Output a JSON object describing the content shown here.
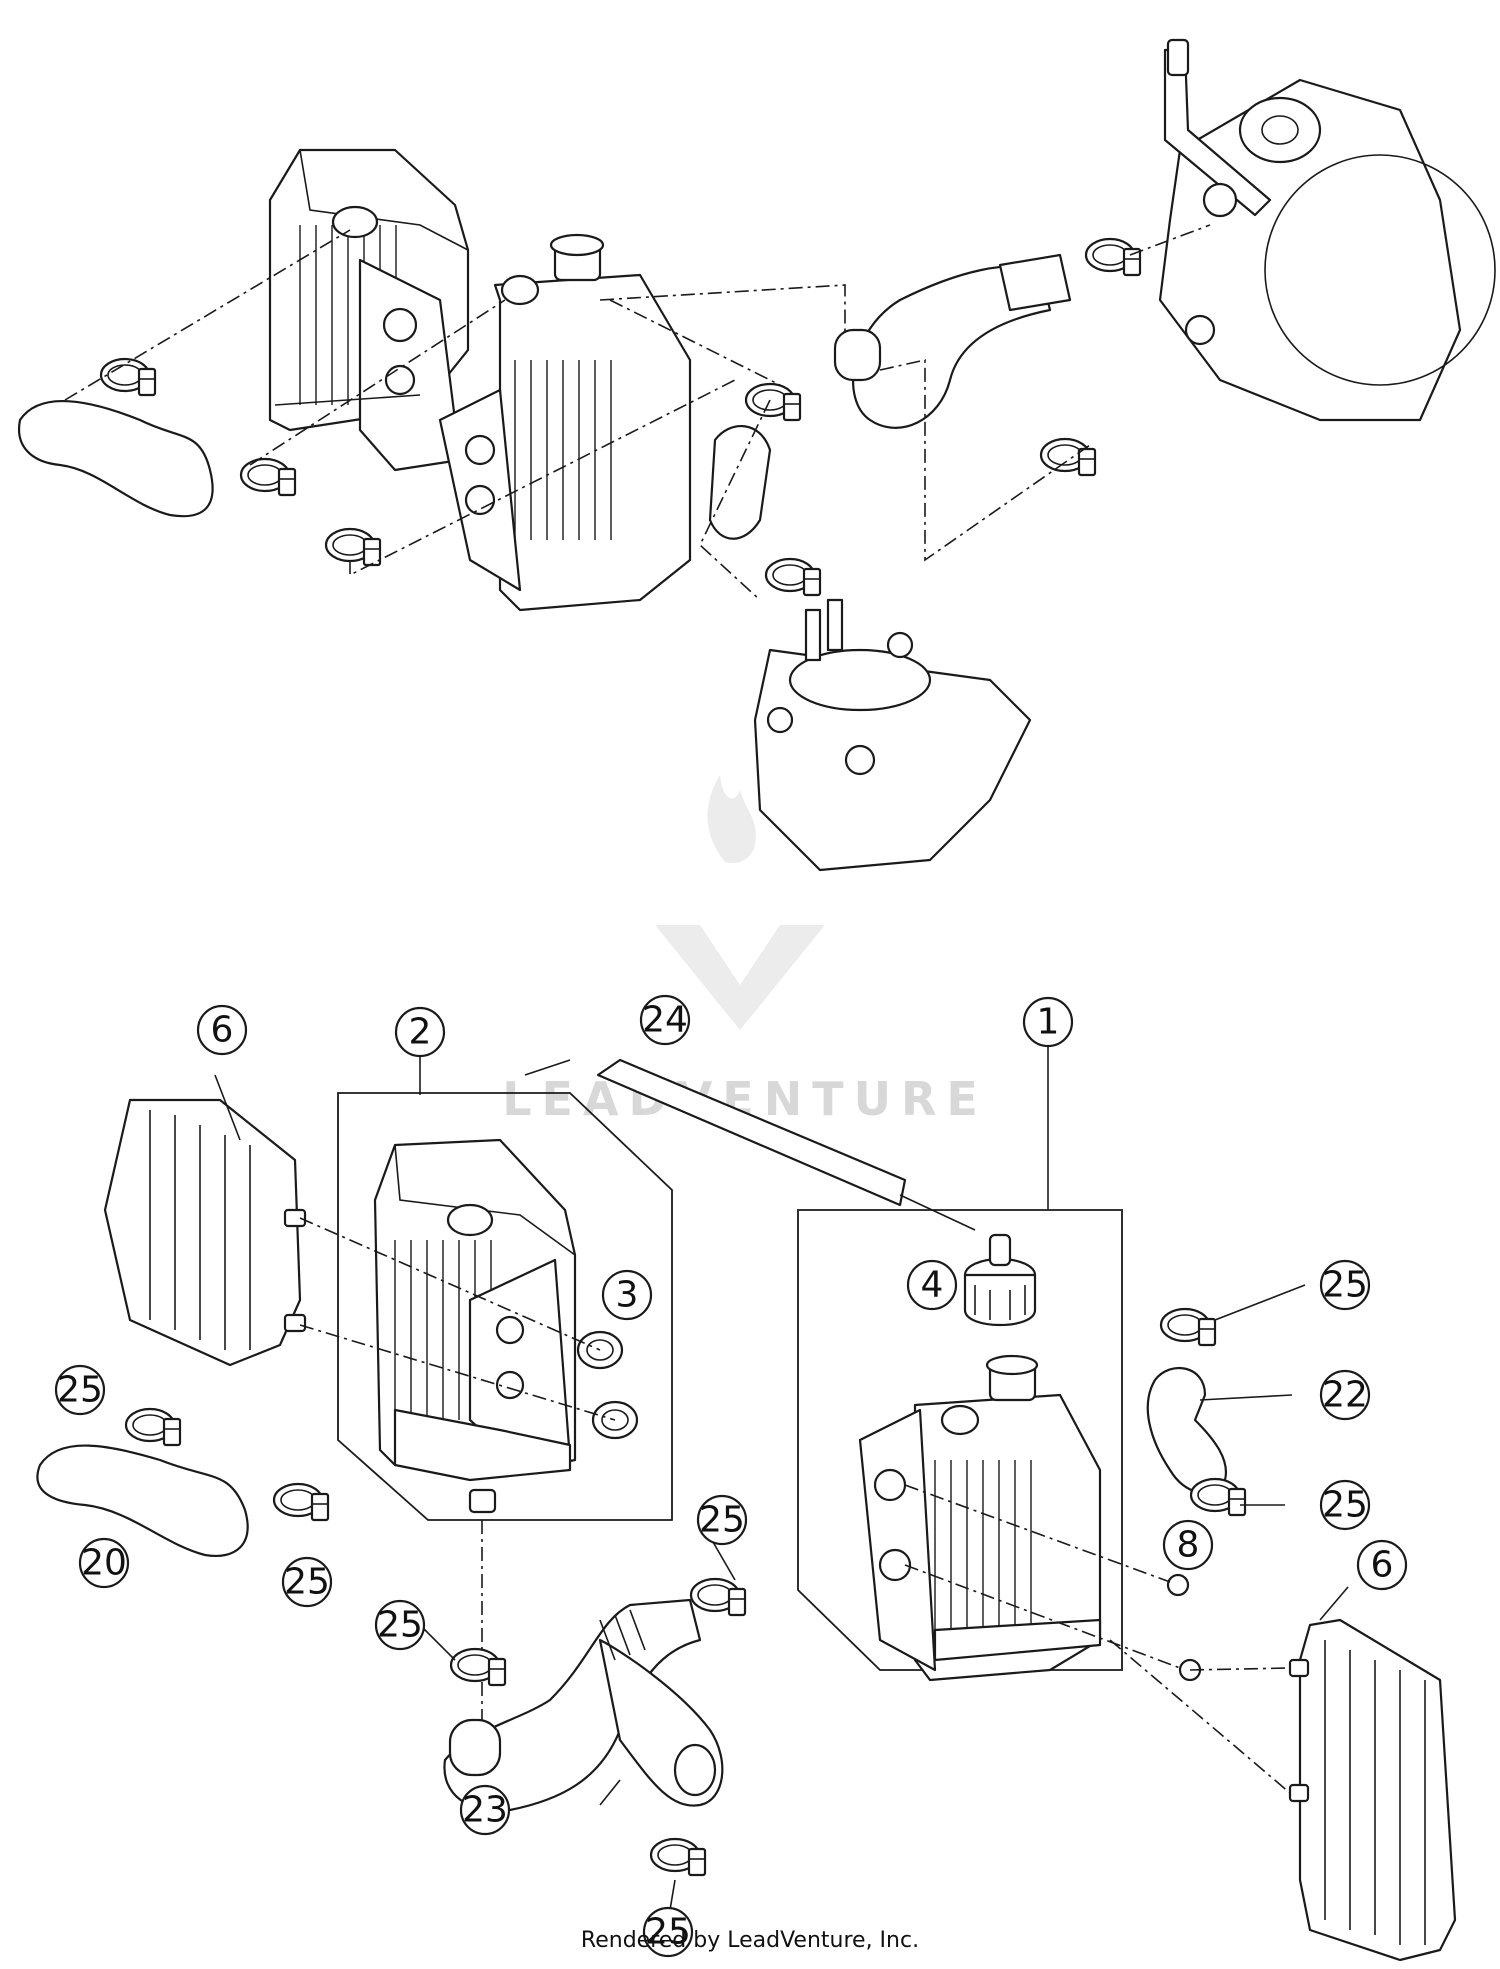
{
  "watermark": {
    "text": "LEADVENTURE"
  },
  "footer": {
    "text": "Rendered by LeadVenture, Inc."
  },
  "callouts": [
    {
      "id": "c1",
      "label": "1"
    },
    {
      "id": "c2",
      "label": "2"
    },
    {
      "id": "c3",
      "label": "3"
    },
    {
      "id": "c4",
      "label": "4"
    },
    {
      "id": "c6a",
      "label": "6"
    },
    {
      "id": "c6b",
      "label": "6"
    },
    {
      "id": "c8",
      "label": "8"
    },
    {
      "id": "c20",
      "label": "20"
    },
    {
      "id": "c22",
      "label": "22"
    },
    {
      "id": "c23",
      "label": "23"
    },
    {
      "id": "c24",
      "label": "24"
    },
    {
      "id": "c25a",
      "label": "25"
    },
    {
      "id": "c25b",
      "label": "25"
    },
    {
      "id": "c25c",
      "label": "25"
    },
    {
      "id": "c25d",
      "label": "25"
    },
    {
      "id": "c25e",
      "label": "25"
    },
    {
      "id": "c25f",
      "label": "25"
    },
    {
      "id": "c25g",
      "label": "25"
    }
  ]
}
